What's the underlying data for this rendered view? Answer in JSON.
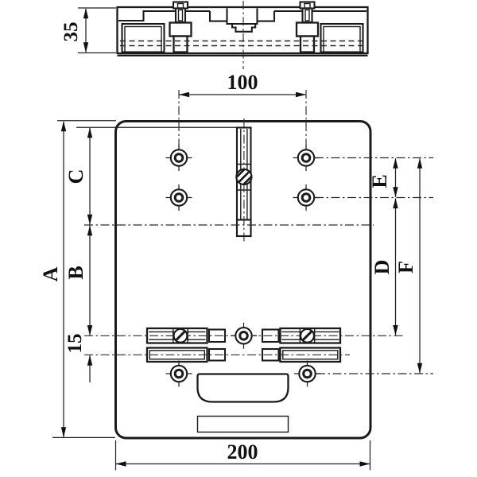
{
  "drawing": {
    "kind": "technical-dimension-drawing",
    "background": "#ffffff",
    "line_color": "#1b1b1b",
    "views": [
      {
        "id": "top-view"
      },
      {
        "id": "front-view"
      }
    ],
    "dimensions": {
      "thickness": "35",
      "top_hole_spacing": "100",
      "overall_width": "200",
      "overall_height": "A",
      "middle_span": "B",
      "upper_span": "C",
      "terminal_drop": "D",
      "hole_gap": "E",
      "hole_span": "F",
      "terminal_pitch": "15"
    }
  }
}
